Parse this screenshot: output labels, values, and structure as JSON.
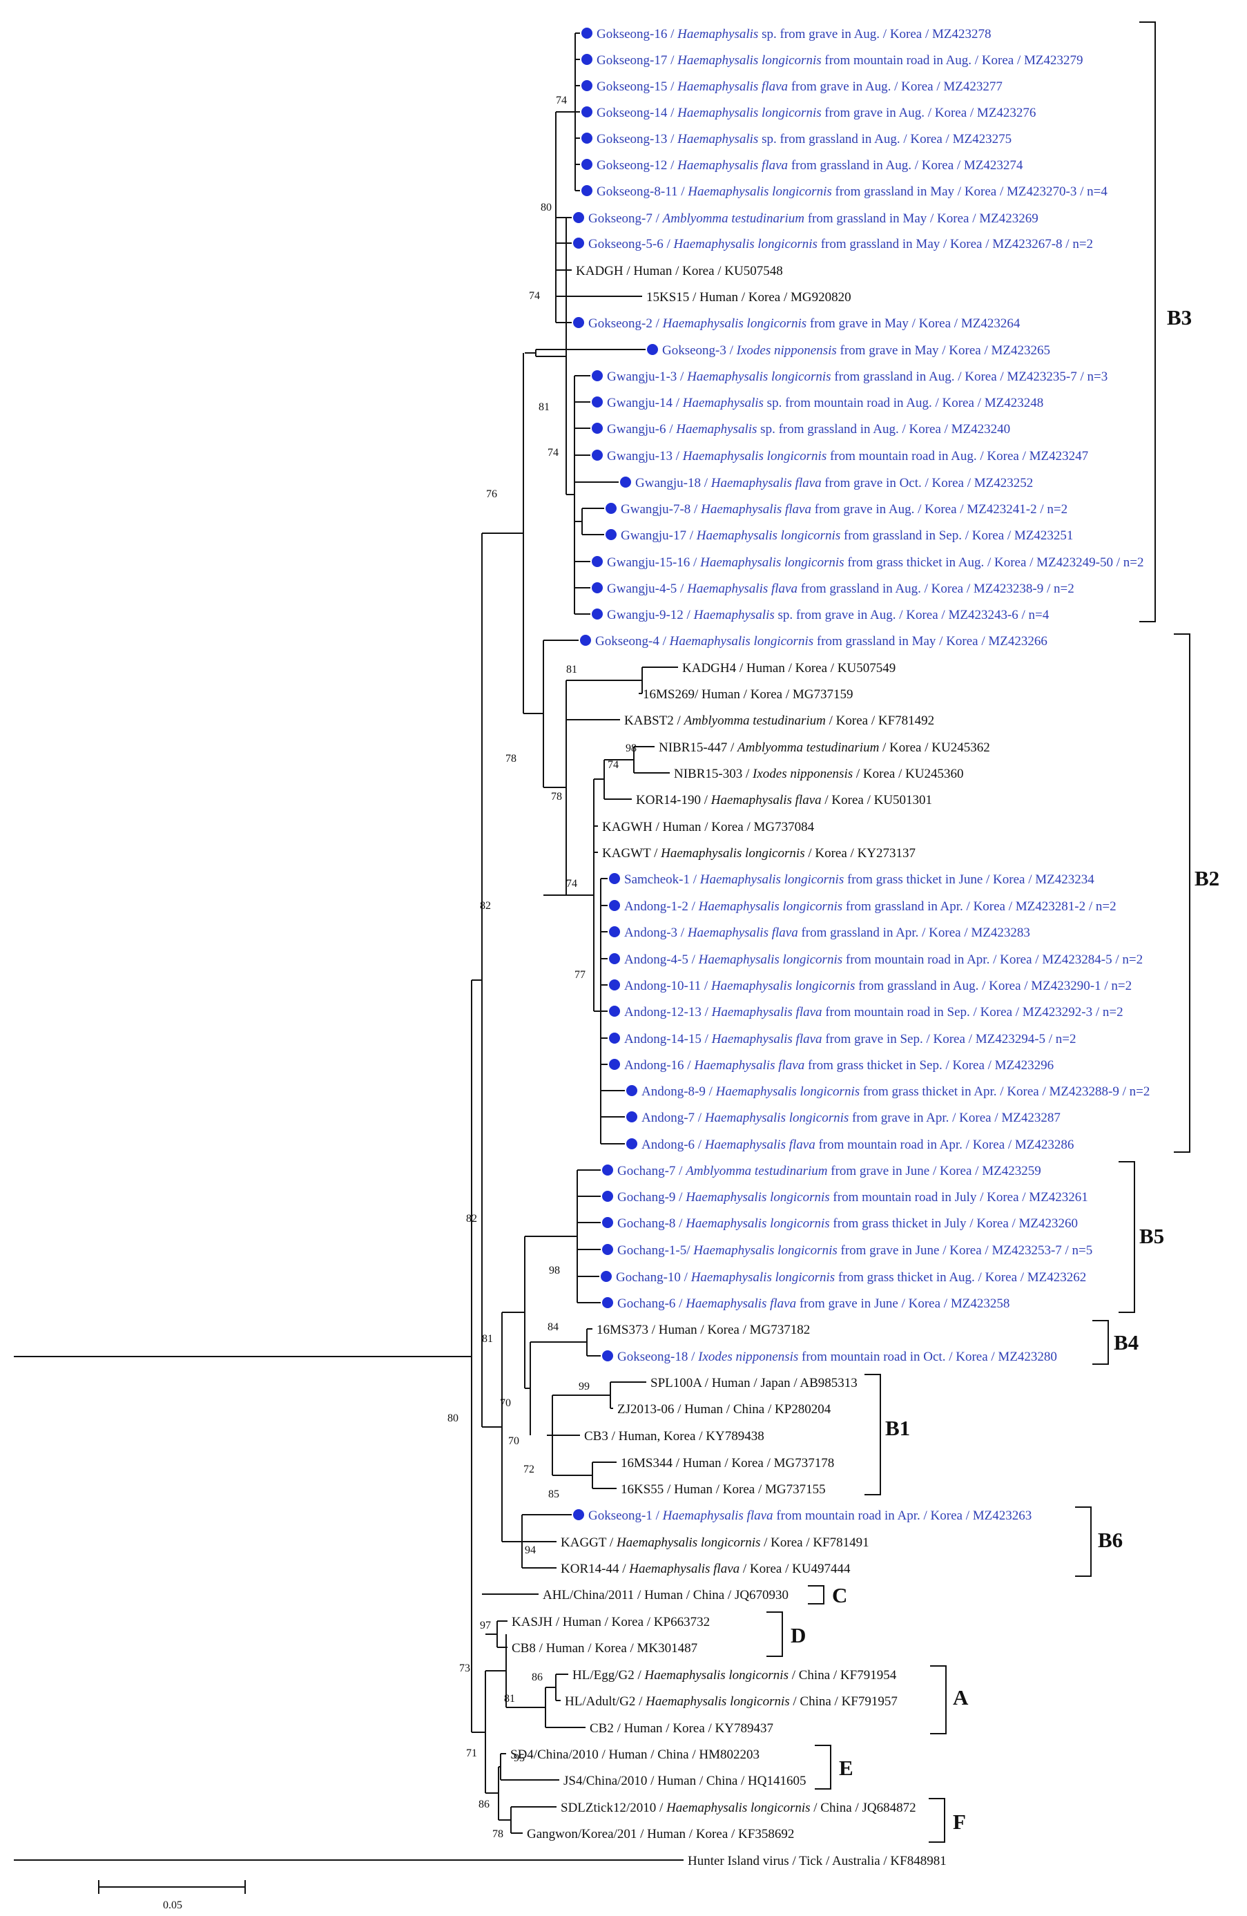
{
  "colors": {
    "study_sequence": "#2f3fb5",
    "reference_sequence": "#111111",
    "marker": "#1f2fd6"
  },
  "marker_icon": "filled-circle",
  "taxa": [
    {
      "id": "t1",
      "pre": "Gokseong-16 / ",
      "species": "Haemaphysalis",
      "mid": " sp. from grave in Aug. / Korea / MZ423278",
      "study": true
    },
    {
      "id": "t2",
      "pre": "Gokseong-17 / ",
      "species": "Haemaphysalis longicornis",
      "mid": " from mountain road in Aug. / Korea / MZ423279",
      "study": true
    },
    {
      "id": "t3",
      "pre": "Gokseong-15 / ",
      "species": "Haemaphysalis flava",
      "mid": " from grave in Aug. / Korea / MZ423277",
      "study": true
    },
    {
      "id": "t4",
      "pre": "Gokseong-14 / ",
      "species": "Haemaphysalis longicornis",
      "mid": " from grave in Aug. / Korea / MZ423276",
      "study": true
    },
    {
      "id": "t5",
      "pre": "Gokseong-13 / ",
      "species": "Haemaphysalis",
      "mid": " sp. from grassland in Aug. / Korea / MZ423275",
      "study": true
    },
    {
      "id": "t6",
      "pre": "Gokseong-12 / ",
      "species": "Haemaphysalis flava",
      "mid": " from grassland in Aug. / Korea / MZ423274",
      "study": true
    },
    {
      "id": "t7",
      "pre": "Gokseong-8-11 / ",
      "species": "Haemaphysalis longicornis",
      "mid": " from grassland in May / Korea / MZ423270-3 / n=4",
      "study": true
    },
    {
      "id": "t8",
      "pre": "Gokseong-7 / ",
      "species": "Amblyomma testudinarium",
      "mid": " from grassland in May / Korea / MZ423269",
      "study": true
    },
    {
      "id": "t9",
      "pre": "Gokseong-5-6 / ",
      "species": "Haemaphysalis longicornis",
      "mid": " from grassland in May / Korea / MZ423267-8 / n=2",
      "study": true
    },
    {
      "id": "t10",
      "pre": "KADGH / Human / Korea / KU507548",
      "species": "",
      "mid": "",
      "study": false
    },
    {
      "id": "t11",
      "pre": "15KS15 / Human / Korea / MG920820",
      "species": "",
      "mid": "",
      "study": false
    },
    {
      "id": "t12",
      "pre": "Gokseong-2 / ",
      "species": "Haemaphysalis longicornis",
      "mid": " from grave in May / Korea / MZ423264",
      "study": true
    },
    {
      "id": "t13",
      "pre": "Gokseong-3 / ",
      "species": "Ixodes nipponensis",
      "mid": " from grave in May / Korea / MZ423265",
      "study": true
    },
    {
      "id": "t14",
      "pre": "Gwangju-1-3 / ",
      "species": "Haemaphysalis longicornis",
      "mid": " from grassland in Aug. / Korea / MZ423235-7 / n=3",
      "study": true
    },
    {
      "id": "t15",
      "pre": "Gwangju-14 / ",
      "species": "Haemaphysalis",
      "mid": " sp. from mountain road in Aug. / Korea / MZ423248",
      "study": true
    },
    {
      "id": "t16",
      "pre": "Gwangju-6 / ",
      "species": "Haemaphysalis",
      "mid": " sp. from grassland in Aug. / Korea / MZ423240",
      "study": true
    },
    {
      "id": "t17",
      "pre": "Gwangju-13 / ",
      "species": "Haemaphysalis longicornis",
      "mid": " from mountain road in Aug. / Korea / MZ423247",
      "study": true
    },
    {
      "id": "t18",
      "pre": "Gwangju-18 / ",
      "species": "Haemaphysalis flava",
      "mid": " from grave in Oct. / Korea / MZ423252",
      "study": true
    },
    {
      "id": "t19",
      "pre": "Gwangju-7-8 / ",
      "species": "Haemaphysalis flava",
      "mid": " from grave in Aug. / Korea / MZ423241-2 / n=2",
      "study": true
    },
    {
      "id": "t20",
      "pre": "Gwangju-17 / ",
      "species": "Haemaphysalis longicornis",
      "mid": " from grassland in Sep. / Korea / MZ423251",
      "study": true
    },
    {
      "id": "t21",
      "pre": "Gwangju-15-16 / ",
      "species": "Haemaphysalis longicornis",
      "mid": " from grass thicket in Aug. / Korea / MZ423249-50 / n=2",
      "study": true
    },
    {
      "id": "t22",
      "pre": "Gwangju-4-5 / ",
      "species": "Haemaphysalis flava",
      "mid": " from grassland in Aug. / Korea / MZ423238-9 / n=2",
      "study": true
    },
    {
      "id": "t23",
      "pre": "Gwangju-9-12 / ",
      "species": "Haemaphysalis",
      "mid": " sp. from grave in Aug. / Korea / MZ423243-6 / n=4",
      "study": true
    },
    {
      "id": "t24",
      "pre": "Gokseong-4 / ",
      "species": "Haemaphysalis longicornis",
      "mid": " from grassland in May / Korea / MZ423266",
      "study": true
    },
    {
      "id": "t25",
      "pre": "KADGH4 / Human / Korea / KU507549",
      "species": "",
      "mid": "",
      "study": false
    },
    {
      "id": "t26",
      "pre": "16MS269/ Human / Korea / MG737159",
      "species": "",
      "mid": "",
      "study": false
    },
    {
      "id": "t27",
      "pre": "KABST2 / ",
      "species": "Amblyomma testudinarium",
      "mid": " / Korea / KF781492",
      "study": false
    },
    {
      "id": "t28",
      "pre": "NIBR15-447 / ",
      "species": "Amblyomma testudinarium",
      "mid": " / Korea / KU245362",
      "study": false
    },
    {
      "id": "t29",
      "pre": "NIBR15-303 / ",
      "species": "Ixodes nipponensis",
      "mid": " / Korea / KU245360",
      "study": false
    },
    {
      "id": "t30",
      "pre": "KOR14-190 / ",
      "species": "Haemaphysalis flava",
      "mid": " / Korea / KU501301",
      "study": false
    },
    {
      "id": "t31",
      "pre": "KAGWH / Human / Korea / MG737084",
      "species": "",
      "mid": "",
      "study": false
    },
    {
      "id": "t32",
      "pre": "KAGWT / ",
      "species": "Haemaphysalis longicornis",
      "mid": " / Korea / KY273137",
      "study": false
    },
    {
      "id": "t33",
      "pre": "Samcheok-1 / ",
      "species": "Haemaphysalis longicornis",
      "mid": " from grass thicket in June / Korea / MZ423234",
      "study": true
    },
    {
      "id": "t34",
      "pre": "Andong-1-2 / ",
      "species": "Haemaphysalis longicornis",
      "mid": " from grassland in Apr. / Korea / MZ423281-2 / n=2",
      "study": true
    },
    {
      "id": "t35",
      "pre": "Andong-3 / ",
      "species": "Haemaphysalis flava",
      "mid": " from grassland in Apr. / Korea / MZ423283",
      "study": true
    },
    {
      "id": "t36",
      "pre": "Andong-4-5 / ",
      "species": "Haemaphysalis longicornis",
      "mid": " from mountain road in Apr. / Korea / MZ423284-5 / n=2",
      "study": true
    },
    {
      "id": "t37",
      "pre": "Andong-10-11 / ",
      "species": "Haemaphysalis longicornis",
      "mid": " from grassland in Aug. / Korea / MZ423290-1 / n=2",
      "study": true
    },
    {
      "id": "t38",
      "pre": "Andong-12-13 / ",
      "species": "Haemaphysalis flava",
      "mid": " from mountain road in Sep. / Korea / MZ423292-3 / n=2",
      "study": true
    },
    {
      "id": "t39",
      "pre": "Andong-14-15 / ",
      "species": "Haemaphysalis flava",
      "mid": " from grave in Sep. / Korea / MZ423294-5 / n=2",
      "study": true
    },
    {
      "id": "t40",
      "pre": "Andong-16 / ",
      "species": "Haemaphysalis flava",
      "mid": " from grass thicket in Sep. / Korea / MZ423296",
      "study": true
    },
    {
      "id": "t41",
      "pre": "Andong-8-9 / ",
      "species": "Haemaphysalis longicornis",
      "mid": " from grass thicket in Apr. / Korea / MZ423288-9 / n=2",
      "study": true
    },
    {
      "id": "t42",
      "pre": "Andong-7 / ",
      "species": "Haemaphysalis longicornis",
      "mid": " from grave in Apr. / Korea / MZ423287",
      "study": true
    },
    {
      "id": "t43",
      "pre": "Andong-6 / ",
      "species": "Haemaphysalis flava",
      "mid": " from mountain road in Apr. / Korea / MZ423286",
      "study": true
    },
    {
      "id": "t44",
      "pre": "Gochang-7 / ",
      "species": "Amblyomma testudinarium",
      "mid": " from grave in June / Korea / MZ423259",
      "study": true
    },
    {
      "id": "t45",
      "pre": "Gochang-9 / ",
      "species": "Haemaphysalis longicornis",
      "mid": " from mountain road in July / Korea / MZ423261",
      "study": true
    },
    {
      "id": "t46",
      "pre": "Gochang-8 / ",
      "species": "Haemaphysalis longicornis",
      "mid": " from grass thicket in July / Korea / MZ423260",
      "study": true
    },
    {
      "id": "t47",
      "pre": "Gochang-1-5/ ",
      "species": "Haemaphysalis longicornis",
      "mid": " from grave in June / Korea / MZ423253-7 / n=5",
      "study": true
    },
    {
      "id": "t48",
      "pre": "Gochang-10 / ",
      "species": "Haemaphysalis longicornis",
      "mid": " from grass thicket in Aug. / Korea / MZ423262",
      "study": true
    },
    {
      "id": "t49",
      "pre": "Gochang-6 / ",
      "species": "Haemaphysalis flava",
      "mid": " from grave in June / Korea / MZ423258",
      "study": true
    },
    {
      "id": "t50",
      "pre": "16MS373 / Human / Korea / MG737182",
      "species": "",
      "mid": "",
      "study": false
    },
    {
      "id": "t51",
      "pre": "Gokseong-18 / ",
      "species": "Ixodes nipponensis",
      "mid": " from mountain road in Oct. / Korea / MZ423280",
      "study": true
    },
    {
      "id": "t52",
      "pre": "SPL100A / Human / Japan / AB985313",
      "species": "",
      "mid": "",
      "study": false
    },
    {
      "id": "t53",
      "pre": "ZJ2013-06 / Human / China / KP280204",
      "species": "",
      "mid": "",
      "study": false
    },
    {
      "id": "t54",
      "pre": "CB3 / Human, Korea / KY789438",
      "species": "",
      "mid": "",
      "study": false
    },
    {
      "id": "t55",
      "pre": "16MS344 / Human / Korea / MG737178",
      "species": "",
      "mid": "",
      "study": false
    },
    {
      "id": "t56",
      "pre": "16KS55 / Human / Korea / MG737155",
      "species": "",
      "mid": "",
      "study": false
    },
    {
      "id": "t57",
      "pre": "Gokseong-1 / ",
      "species": "Haemaphysalis flava",
      "mid": " from mountain road in Apr. / Korea / MZ423263",
      "study": true
    },
    {
      "id": "t58",
      "pre": "KAGGT / ",
      "species": "Haemaphysalis longicornis",
      "mid": " / Korea / KF781491",
      "study": false
    },
    {
      "id": "t59",
      "pre": "KOR14-44 / ",
      "species": "Haemaphysalis flava",
      "mid": " / Korea / KU497444",
      "study": false
    },
    {
      "id": "t60",
      "pre": "AHL/China/2011 / Human / China / JQ670930",
      "species": "",
      "mid": "",
      "study": false
    },
    {
      "id": "t61",
      "pre": "KASJH / Human / Korea / KP663732",
      "species": "",
      "mid": "",
      "study": false
    },
    {
      "id": "t62",
      "pre": "CB8 / Human / Korea / MK301487",
      "species": "",
      "mid": "",
      "study": false
    },
    {
      "id": "t63",
      "pre": "HL/Egg/G2 / ",
      "species": "Haemaphysalis longicornis",
      "mid": " / China / KF791954",
      "study": false
    },
    {
      "id": "t64",
      "pre": "HL/Adult/G2 / ",
      "species": "Haemaphysalis longicornis",
      "mid": " / China / KF791957",
      "study": false
    },
    {
      "id": "t65",
      "pre": "CB2 / Human / Korea / KY789437",
      "species": "",
      "mid": "",
      "study": false
    },
    {
      "id": "t66",
      "pre": "SD4/China/2010 / Human / China / HM802203",
      "species": "",
      "mid": "",
      "study": false
    },
    {
      "id": "t67",
      "pre": "JS4/China/2010 / Human / China / HQ141605",
      "species": "",
      "mid": "",
      "study": false
    },
    {
      "id": "t68",
      "pre": "SDLZtick12/2010 / ",
      "species": "Haemaphysalis longicornis",
      "mid": " / China / JQ684872",
      "study": false
    },
    {
      "id": "t69",
      "pre": "Gangwon/Korea/201 / Human / Korea / KF358692",
      "species": "",
      "mid": "",
      "study": false
    },
    {
      "id": "t70",
      "pre": "Hunter Island virus / Tick / Australia / KF848981",
      "species": "",
      "mid": "",
      "study": false
    }
  ],
  "clades": [
    {
      "id": "B3",
      "label": "B3"
    },
    {
      "id": "B2",
      "label": "B2"
    },
    {
      "id": "B5",
      "label": "B5"
    },
    {
      "id": "B4",
      "label": "B4"
    },
    {
      "id": "B1",
      "label": "B1"
    },
    {
      "id": "B6",
      "label": "B6"
    },
    {
      "id": "C",
      "label": "C"
    },
    {
      "id": "D",
      "label": "D"
    },
    {
      "id": "A",
      "label": "A"
    },
    {
      "id": "E",
      "label": "E"
    },
    {
      "id": "F",
      "label": "F"
    }
  ],
  "bootstrap": [
    {
      "id": "bs1",
      "value": "74"
    },
    {
      "id": "bs2",
      "value": "80"
    },
    {
      "id": "bs3",
      "value": "74"
    },
    {
      "id": "bs4",
      "value": "81"
    },
    {
      "id": "bs5",
      "value": "74"
    },
    {
      "id": "bs6",
      "value": "76"
    },
    {
      "id": "bs7",
      "value": "81"
    },
    {
      "id": "bs8",
      "value": "98"
    },
    {
      "id": "bs9",
      "value": "74"
    },
    {
      "id": "bs10",
      "value": "78"
    },
    {
      "id": "bs11",
      "value": "78"
    },
    {
      "id": "bs12",
      "value": "74"
    },
    {
      "id": "bs13",
      "value": "77"
    },
    {
      "id": "bs14",
      "value": "82"
    },
    {
      "id": "bs15",
      "value": "82"
    },
    {
      "id": "bs16",
      "value": "98"
    },
    {
      "id": "bs17",
      "value": "84"
    },
    {
      "id": "bs18",
      "value": "81"
    },
    {
      "id": "bs19",
      "value": "99"
    },
    {
      "id": "bs20",
      "value": "70"
    },
    {
      "id": "bs21",
      "value": "70"
    },
    {
      "id": "bs22",
      "value": "72"
    },
    {
      "id": "bs23",
      "value": "85"
    },
    {
      "id": "bs24",
      "value": "94"
    },
    {
      "id": "bs25",
      "value": "80"
    },
    {
      "id": "bs26",
      "value": "97"
    },
    {
      "id": "bs27",
      "value": "86"
    },
    {
      "id": "bs28",
      "value": "81"
    },
    {
      "id": "bs29",
      "value": "73"
    },
    {
      "id": "bs30",
      "value": "95"
    },
    {
      "id": "bs31",
      "value": "71"
    },
    {
      "id": "bs32",
      "value": "86"
    },
    {
      "id": "bs33",
      "value": "78"
    }
  ],
  "scale_bar": {
    "label": "0.05"
  }
}
